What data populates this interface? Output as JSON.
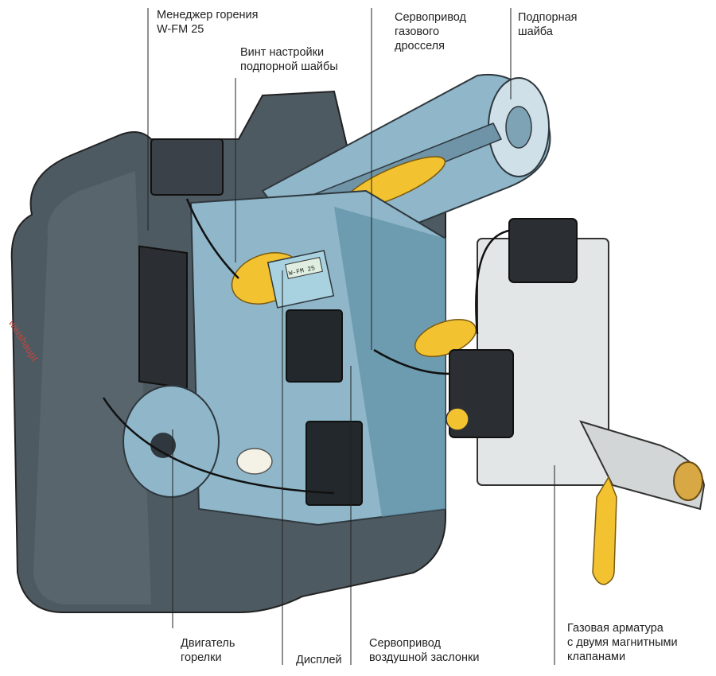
{
  "labels": {
    "combustion_manager": [
      "Менеджер горения",
      "W-FM 25"
    ],
    "adjust_screw": [
      "Винт настройки",
      "подпорной шайбы"
    ],
    "gas_servo": [
      "Сервопривод",
      "газового",
      "дросселя"
    ],
    "baffle": [
      "Подпорная",
      "шайба"
    ],
    "motor": [
      "Двигатель",
      "горелки"
    ],
    "display": [
      "Дисплей"
    ],
    "air_servo": [
      "Сервопривод",
      "воздушной заслонки"
    ],
    "gas_train": [
      "Газовая арматура",
      "с двумя магнитными",
      "клапанами"
    ]
  },
  "brand": "weishaupt",
  "display_readout": "W-FM 25",
  "colors": {
    "housing": "#4e5a62",
    "housing_dark": "#2f383e",
    "internals": "#8fb7c9",
    "internals_dark": "#5e8ea5",
    "yellow": "#f2c230",
    "valve": "#e3e6e6",
    "brass": "#d7a844",
    "brand_red": "#c8463a"
  }
}
